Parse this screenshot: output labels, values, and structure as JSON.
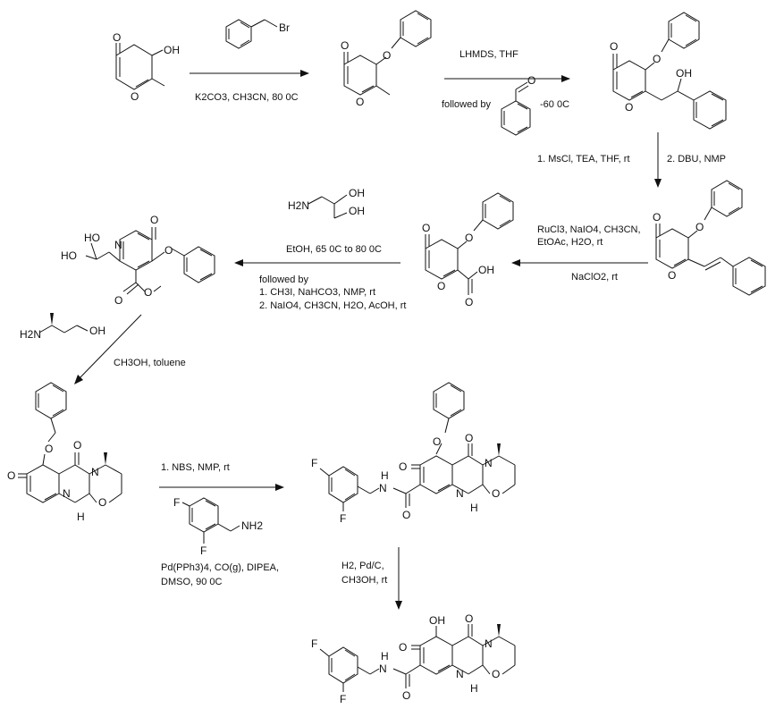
{
  "atoms": {
    "O": "O",
    "OH": "OH",
    "HO": "HO",
    "Br": "Br",
    "H2N": "H2N",
    "NH2": "NH2",
    "N": "N",
    "H": "H",
    "F": "F",
    "O_methyl": "O"
  },
  "conditions": {
    "step1_line1": "K2CO3, CH3CN, 80 0C",
    "step2_top": "LHMDS, THF",
    "step2_followed": "followed by",
    "step2_temp": "-60 0C",
    "step3_left": "1. MsCl, TEA, THF, rt",
    "step3_right": "2. DBU, NMP",
    "step4_line1": "RuCl3, NaIO4, CH3CN,",
    "step4_line2": "EtOAc, H2O, rt",
    "step4_line3": "NaClO2, rt",
    "step5_line1": "EtOH, 65 0C to 80 0C",
    "step5_line2": "followed by",
    "step5_line3": "1. CH3I, NaHCO3, NMP, rt",
    "step5_line4": "2. NaIO4, CH3CN, H2O, AcOH, rt",
    "step6_line1": "CH3OH, toluene",
    "step7_line1": "1. NBS, NMP, rt",
    "step7_line2": "Pd(PPh3)4, CO(g), DIPEA,",
    "step7_line3": "DMSO, 90 0C",
    "step8_line1": "H2, Pd/C,",
    "step8_line2": "CH3OH, rt"
  },
  "colors": {
    "ink": "#111111",
    "background": "#ffffff"
  }
}
